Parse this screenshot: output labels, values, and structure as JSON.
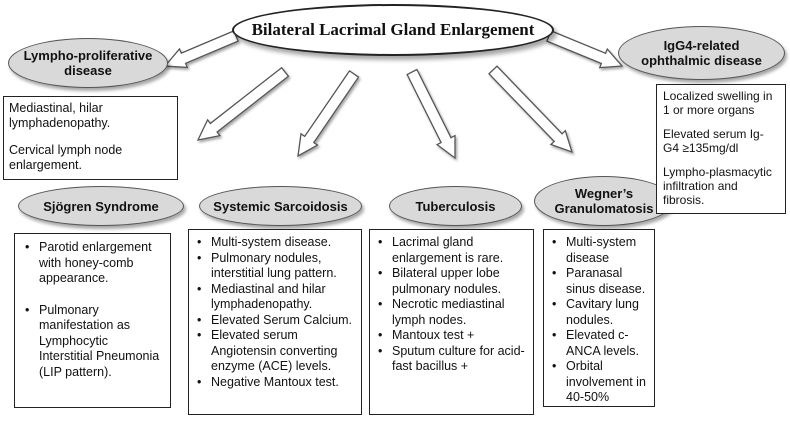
{
  "title": "Bilateral Lacrimal Gland Enlargement",
  "branches": {
    "lympho": {
      "label_lines": [
        "Lympho-proliferative",
        "disease"
      ]
    },
    "igg4": {
      "label_lines": [
        "IgG4-related",
        "ophthalmic disease"
      ]
    },
    "sjogren": {
      "label_lines": [
        "Sjögren Syndrome"
      ]
    },
    "sarcoid": {
      "label_lines": [
        "Systemic Sarcoidosis"
      ]
    },
    "tb": {
      "label_lines": [
        "Tuberculosis"
      ]
    },
    "wegner": {
      "label_lines": [
        "Wegner’s",
        "Granulomatosis"
      ]
    }
  },
  "boxes": {
    "lympho": [
      "Mediastinal, hilar lymphadenopathy.",
      "Cervical lymph node enlargement."
    ],
    "igg4": [
      "Localized swelling in 1 or more organs",
      "Elevated serum Ig-G4 ≥135mg/dl",
      "Lympho-plasmacytic infiltration and fibrosis."
    ],
    "sjogren": [
      "Parotid enlargement with honey-comb appearance.",
      "Pulmonary manifestation as Lymphocytic Interstitial Pneumonia (LIP pattern)."
    ],
    "sarcoid": [
      "Multi-system disease.",
      "Pulmonary nodules, interstitial lung pattern.",
      "Mediastinal and hilar lymphadenopathy.",
      "Elevated Serum Calcium.",
      "Elevated serum Angiotensin converting enzyme (ACE) levels.",
      "Negative Mantoux test."
    ],
    "tb": [
      "Lacrimal gland enlargement is rare.",
      "Bilateral upper lobe pulmonary nodules.",
      "Necrotic mediastinal lymph nodes.",
      "Mantoux test +",
      "Sputum culture for acid-fast bacillus +"
    ],
    "wegner": [
      "Multi-system disease",
      "Paranasal sinus disease.",
      "Cavitary lung nodules.",
      "Elevated c-ANCA levels.",
      "Orbital involvement in 40-50%"
    ]
  },
  "colors": {
    "arrow_fill": "#ffffff",
    "arrow_stroke": "#555555",
    "ellipse_fill": "#d9d9d9"
  }
}
